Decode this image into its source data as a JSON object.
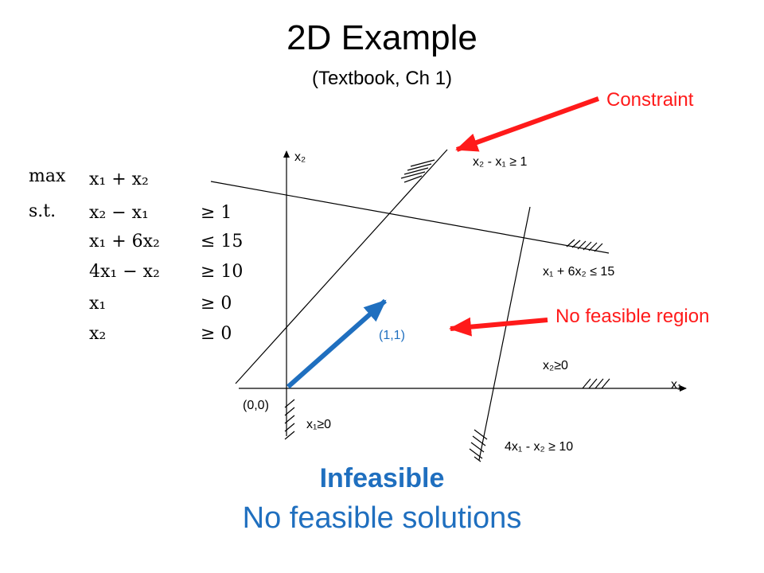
{
  "slide": {
    "title": "2D Example",
    "subtitle": "(Textbook, Ch 1)"
  },
  "formulation": {
    "objective_keyword": "max",
    "constraint_keyword": "s.t.",
    "rows": [
      {
        "lhs": "x₁ + x₂",
        "rel": ""
      },
      {
        "lhs": "x₂ − x₁",
        "rel": "≥ 1"
      },
      {
        "lhs": "x₁ + 6x₂",
        "rel": "≤ 15"
      },
      {
        "lhs": "4x₁ − x₂",
        "rel": "≥ 10"
      },
      {
        "lhs": "x₁",
        "rel": "≥ 0"
      },
      {
        "lhs": "x₂",
        "rel": "≥ 0"
      }
    ]
  },
  "diagram": {
    "axis_x_label": "x₁",
    "axis_y_label": "x₂",
    "origin_label": "(0,0)",
    "vector_label": "(1,1)",
    "constraint_labels": {
      "c1": "x₂ - x₁ ≥ 1",
      "c2": "x₁ + 6x₂ ≤ 15",
      "c3": "4x₁ - x₂ ≥ 10",
      "c4": "x₁≥0",
      "c5": "x₂≥0"
    },
    "callouts": {
      "constraint": "Constraint",
      "no_region": "No feasible region"
    },
    "colors": {
      "accent_red": "#ff1a1a",
      "accent_blue": "#1f6fbf",
      "line": "#000000"
    }
  },
  "conclusion": {
    "headline": "Infeasible",
    "detail": "No feasible solutions"
  }
}
